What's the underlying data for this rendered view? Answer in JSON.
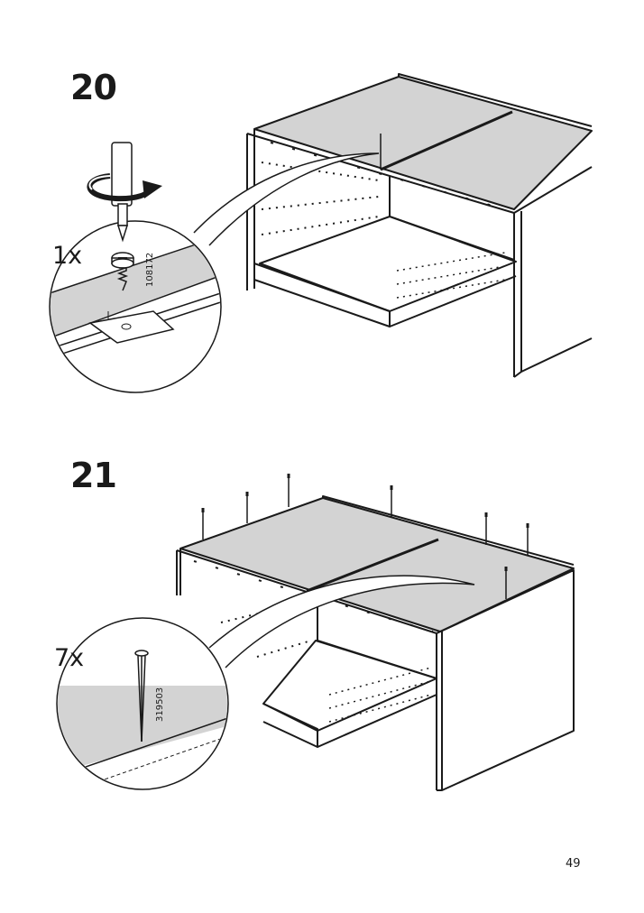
{
  "steps": [
    {
      "number": "20",
      "quantity": "1x",
      "part_code": "108172"
    },
    {
      "number": "21",
      "quantity": "7x",
      "part_code": "319503"
    }
  ],
  "page_number": "49",
  "colors": {
    "panel_fill": "#d3d3d3",
    "line": "#1a1a1a",
    "background": "#ffffff"
  },
  "icons": {
    "step20": [
      "screwdriver-icon",
      "rotate-clockwise-arrow-icon",
      "screw-icon"
    ],
    "step21": [
      "nail-icon"
    ]
  }
}
